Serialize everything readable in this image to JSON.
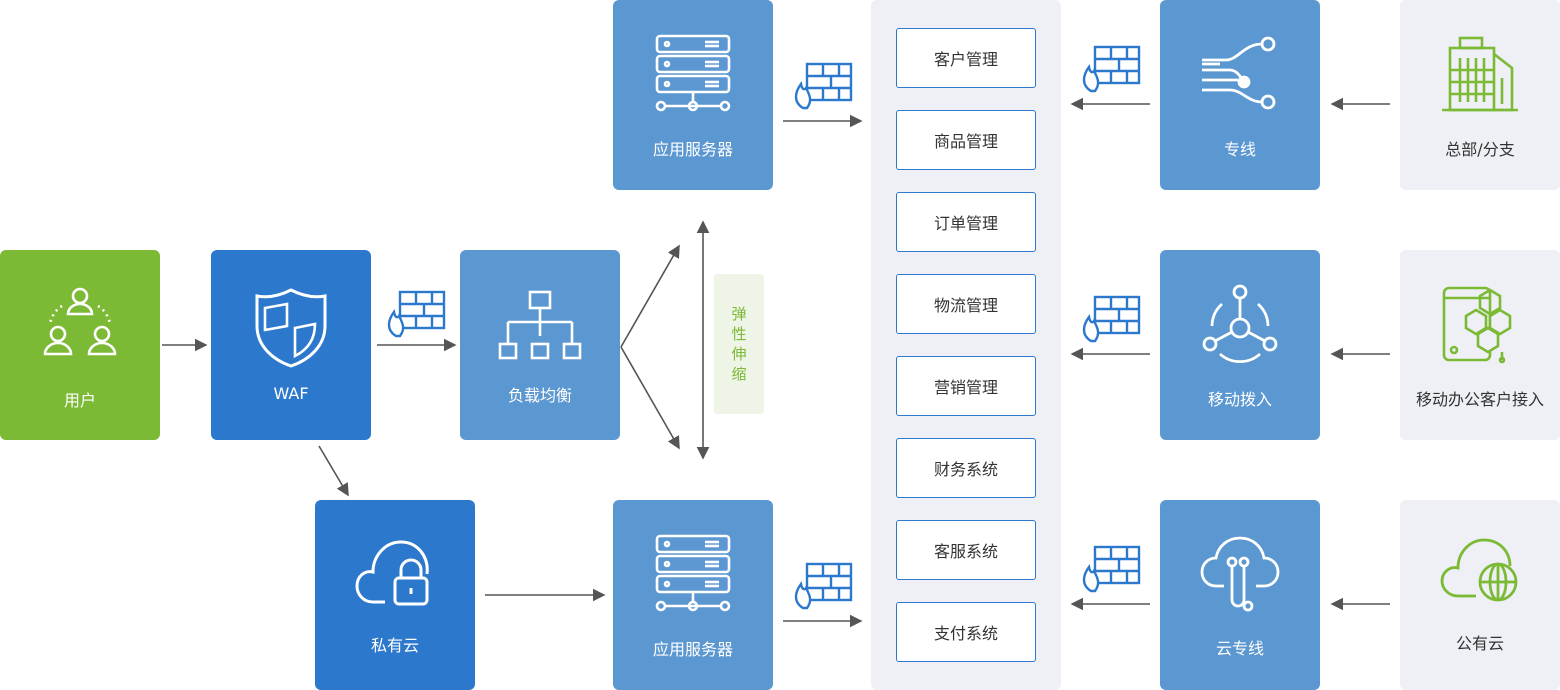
{
  "colors": {
    "green": "#7cb935",
    "blue": "#2b78cc",
    "light_blue": "#5b97d0",
    "grey": "#eef0f5",
    "firewall_brick": "#2b78cc",
    "firewall_fire": "#2b78cc",
    "arrow": "#555555"
  },
  "nodes": {
    "user": {
      "label": "用户",
      "icon": "users-icon"
    },
    "waf": {
      "label": "WAF",
      "icon": "shield-icon"
    },
    "load_balancer": {
      "label": "负载均衡",
      "icon": "hierarchy-icon"
    },
    "app_server_top": {
      "label": "应用服务器",
      "icon": "server-icon"
    },
    "app_server_bottom": {
      "label": "应用服务器",
      "icon": "server-icon"
    },
    "private_cloud": {
      "label": "私有云",
      "icon": "cloud-lock-icon"
    },
    "dedicated_line": {
      "label": "专线",
      "icon": "network-lines-icon"
    },
    "mobile_access": {
      "label": "移动拨入",
      "icon": "hub-icon"
    },
    "cloud_line": {
      "label": "云专线",
      "icon": "cloud-link-icon"
    },
    "hq_branch": {
      "label": "总部/分支",
      "icon": "building-icon"
    },
    "mobile_office": {
      "label": "移动办公客户接入",
      "icon": "mobile-cubes-icon"
    },
    "public_cloud": {
      "label": "公有云",
      "icon": "cloud-globe-icon"
    }
  },
  "elastic": {
    "chars": [
      "弹",
      "性",
      "伸",
      "缩"
    ]
  },
  "modules": [
    "客户管理",
    "商品管理",
    "订单管理",
    "物流管理",
    "营销管理",
    "财务系统",
    "客服系统",
    "支付系统"
  ]
}
